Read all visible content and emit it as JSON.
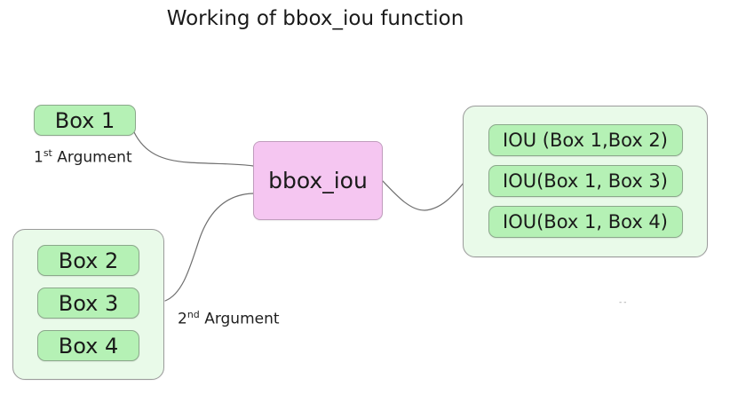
{
  "title": "Working of bbox_iou function",
  "colors": {
    "text": "#1a1a1a",
    "greenFill": "#b5f1b5",
    "greenBorder": "#8ba88b",
    "containerFill": "#e9fae9",
    "containerBorder": "#9b9b9b",
    "pinkFill": "#f5c6f1",
    "pinkBorder": "#c09dbd",
    "connector": "#6f6f6f"
  },
  "left_group": {
    "box1": "Box 1",
    "arg1": {
      "num": "1",
      "sup": "st",
      "text": " Argument"
    },
    "boxes": [
      "Box 2",
      "Box 3",
      "Box 4"
    ],
    "arg2": {
      "num": "2",
      "sup": "nd",
      "text": " Argument"
    }
  },
  "function_box": {
    "label": "bbox_iou"
  },
  "output_group": {
    "items": [
      "IOU (Box 1,Box 2)",
      "IOU(Box 1, Box 3)",
      "IOU(Box 1, Box 4)"
    ]
  },
  "misc": {
    "tiny_mark": "--"
  }
}
